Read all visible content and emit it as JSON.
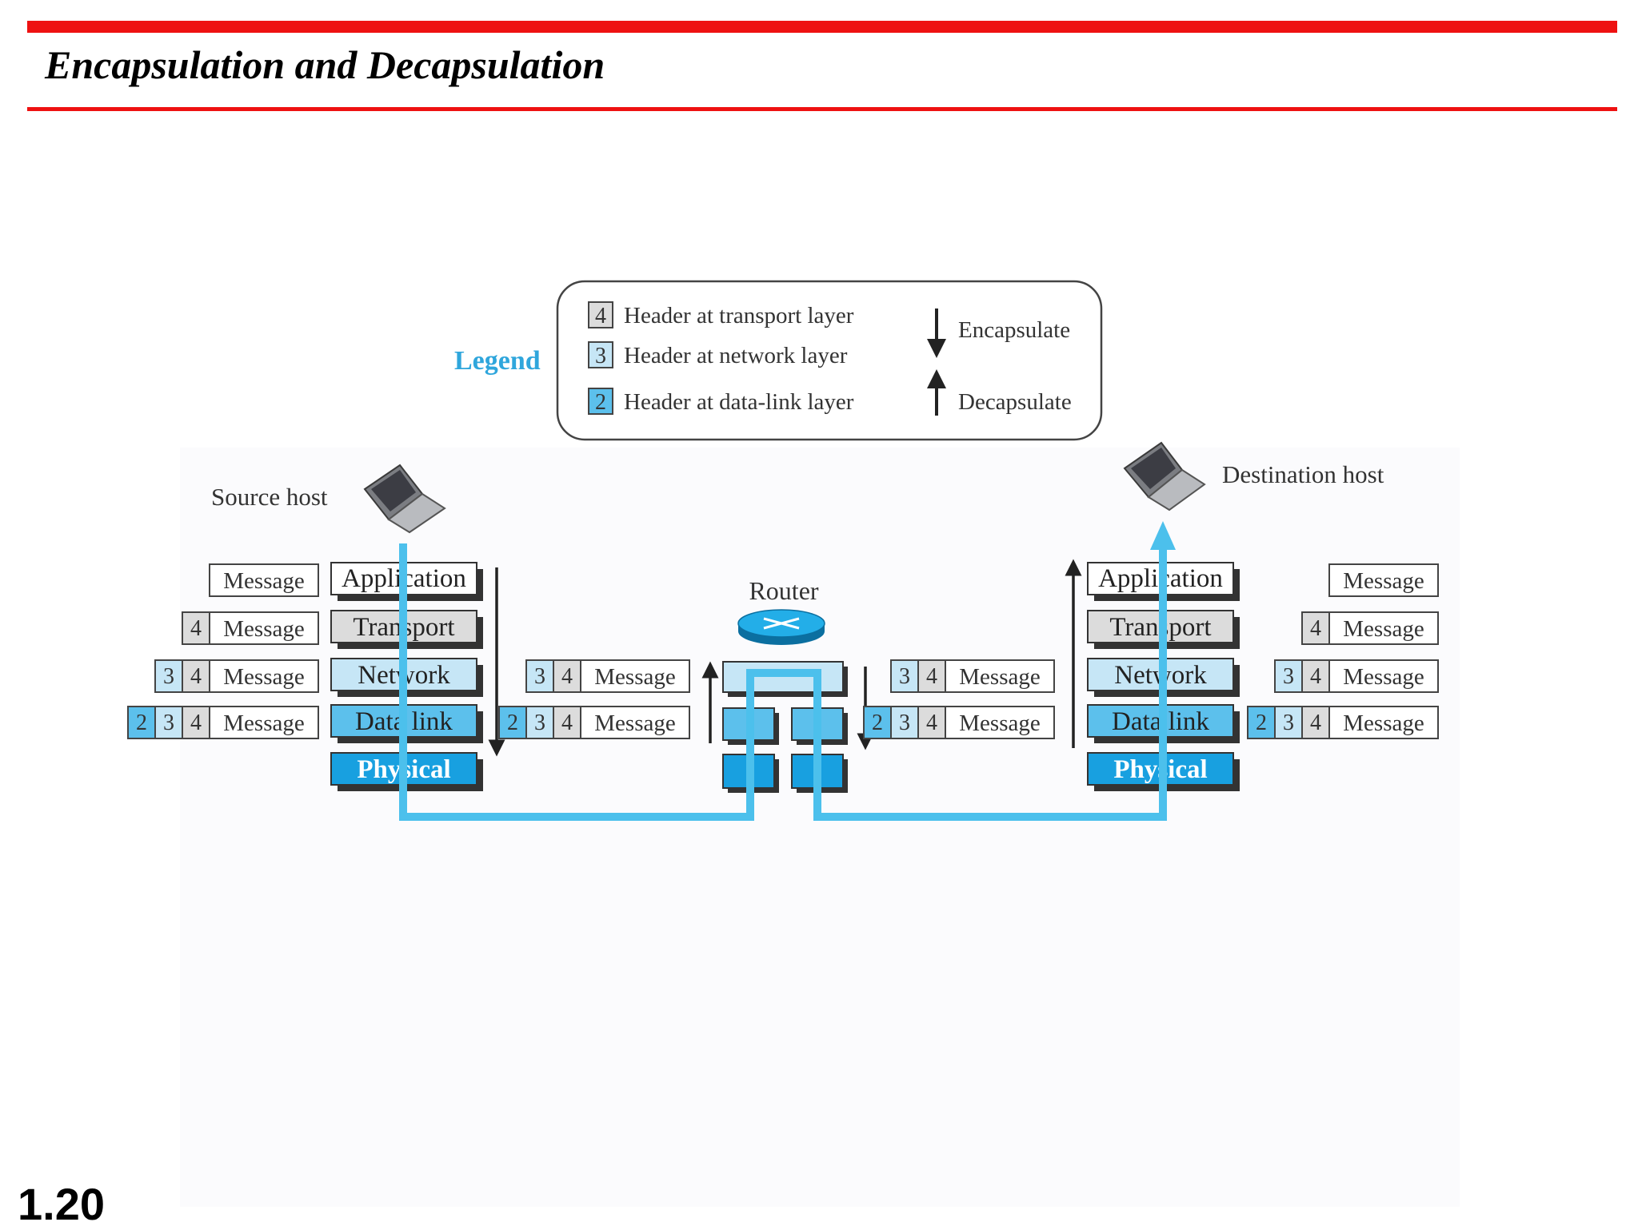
{
  "slide": {
    "title": "Encapsulation and Decapsulation",
    "page_number": "1.20"
  },
  "colors": {
    "rule": "#ee1111",
    "flow_line": "#4cc0ec",
    "header4": "#dcdcdc",
    "header3": "#c6e6f6",
    "header2": "#5cc0ec",
    "physical": "#18a0e0",
    "legend_title": "#2fa6dc"
  },
  "legend": {
    "title": "Legend",
    "items": [
      {
        "box": "4",
        "text": "Header at transport layer"
      },
      {
        "box": "3",
        "text": "Header at network layer"
      },
      {
        "box": "2",
        "text": "Header at data-link layer"
      }
    ],
    "arrows": [
      {
        "direction": "down",
        "text": "Encapsulate"
      },
      {
        "direction": "up",
        "text": "Decapsulate"
      }
    ]
  },
  "source_host": {
    "label": "Source host",
    "icon": "laptop-icon",
    "layers": [
      "Application",
      "Transport",
      "Network",
      "Data link",
      "Physical"
    ],
    "packets": [
      {
        "headers": [],
        "message": "Message"
      },
      {
        "headers": [
          "4"
        ],
        "message": "Message"
      },
      {
        "headers": [
          "3",
          "4"
        ],
        "message": "Message"
      },
      {
        "headers": [
          "2",
          "3",
          "4"
        ],
        "message": "Message"
      }
    ],
    "arrow": "down"
  },
  "router": {
    "label": "Router",
    "icon": "router-icon",
    "left_packets": [
      {
        "headers": [
          "3",
          "4"
        ],
        "message": "Message"
      },
      {
        "headers": [
          "2",
          "3",
          "4"
        ],
        "message": "Message"
      }
    ],
    "right_packets": [
      {
        "headers": [
          "3",
          "4"
        ],
        "message": "Message"
      },
      {
        "headers": [
          "2",
          "3",
          "4"
        ],
        "message": "Message"
      }
    ]
  },
  "destination_host": {
    "label": "Destination host",
    "icon": "laptop-icon",
    "layers": [
      "Application",
      "Transport",
      "Network",
      "Data link",
      "Physical"
    ],
    "packets": [
      {
        "headers": [],
        "message": "Message"
      },
      {
        "headers": [
          "4"
        ],
        "message": "Message"
      },
      {
        "headers": [
          "3",
          "4"
        ],
        "message": "Message"
      },
      {
        "headers": [
          "2",
          "3",
          "4"
        ],
        "message": "Message"
      }
    ],
    "arrow": "up"
  }
}
